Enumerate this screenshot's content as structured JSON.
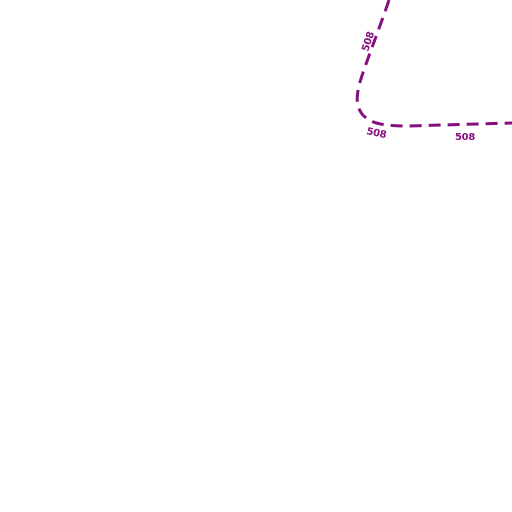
{
  "map": {
    "background_color": "#ffffff",
    "route": {
      "color": "#850F7F",
      "style": "dashed",
      "labels": [
        "508",
        "508",
        "508"
      ]
    }
  }
}
